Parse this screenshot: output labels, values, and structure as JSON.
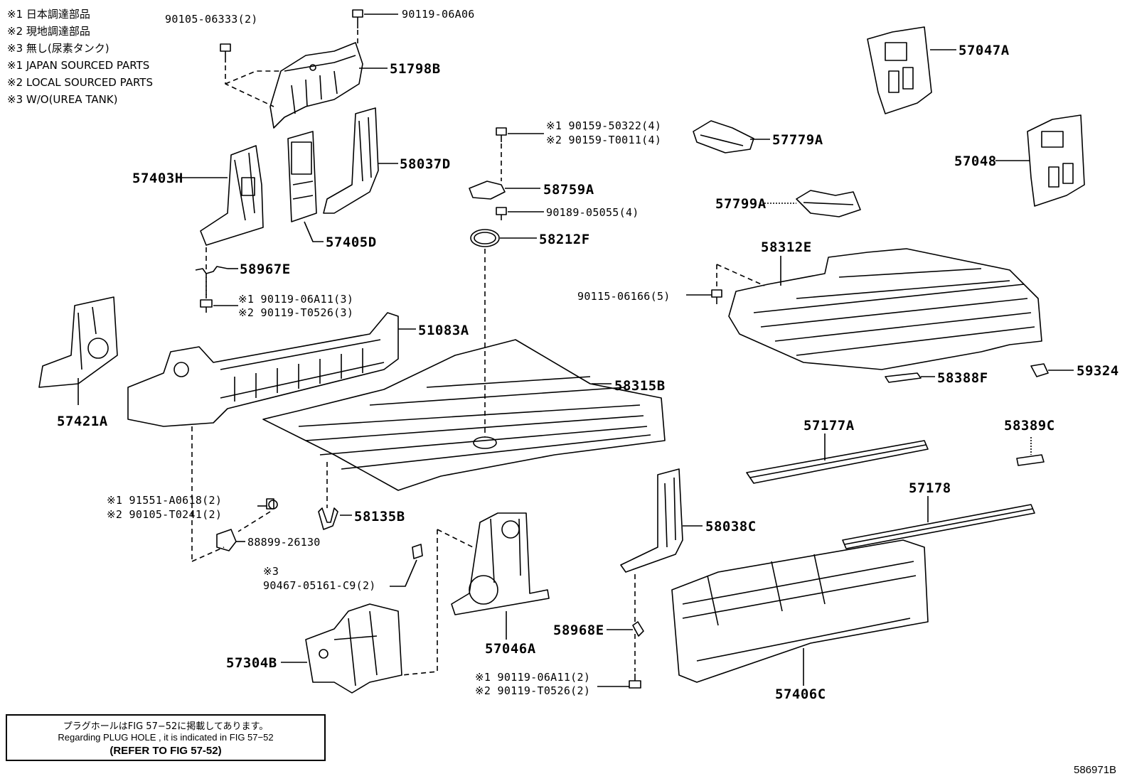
{
  "legend": [
    "※1 日本調達部品",
    "※2 現地調達部品",
    "※3 無し(尿素タンク)",
    "※1 JAPAN SOURCED PARTS",
    "※2 LOCAL SOURCED PARTS",
    "※3 W/O(UREA TANK)"
  ],
  "parts": {
    "p51798B": "51798B",
    "p57403H": "57403H",
    "p58037D": "58037D",
    "p57405D": "57405D",
    "p58967E": "58967E",
    "p51083A": "51083A",
    "p57421A": "57421A",
    "p58759A": "58759A",
    "p58212F": "58212F",
    "p58315B": "58315B",
    "p58135B": "58135B",
    "p57047A": "57047A",
    "p57779A": "57779A",
    "p57048": "57048",
    "p57799A": "57799A",
    "p58312E": "58312E",
    "p58388F": "58388F",
    "p59324": "59324",
    "p57177A": "57177A",
    "p58389C": "58389C",
    "p57178": "57178",
    "p58038C": "58038C",
    "p57046A": "57046A",
    "p58968E": "58968E",
    "p57304B": "57304B",
    "p57406C": "57406C"
  },
  "fasteners": {
    "f1": "90105-06333(2)",
    "f2": "90119-06A06",
    "f3": "※1 90159-50322(4)",
    "f4": "※2 90159-T0011(4)",
    "f5": "90189-05055(4)",
    "f6": "※1 90119-06A11(3)",
    "f7": "※2 90119-T0526(3)",
    "f8": "90115-06166(5)",
    "f9": "※1 91551-A0618(2)",
    "f10": "※2 90105-T0241(2)",
    "f11": "88899-26130",
    "f12": "※3",
    "f13": "90467-05161-C9(2)",
    "f14": "※1 90119-06A11(2)",
    "f15": "※2 90119-T0526(2)"
  },
  "note": {
    "line1": "プラグホールはFIG 57−52に掲載してあります。",
    "line2": "Regarding  PLUG  HOLE , it is indicated in  FIG  57−52",
    "line3": "(REFER TO FIG 57-52)"
  },
  "figure_id": "586971B"
}
